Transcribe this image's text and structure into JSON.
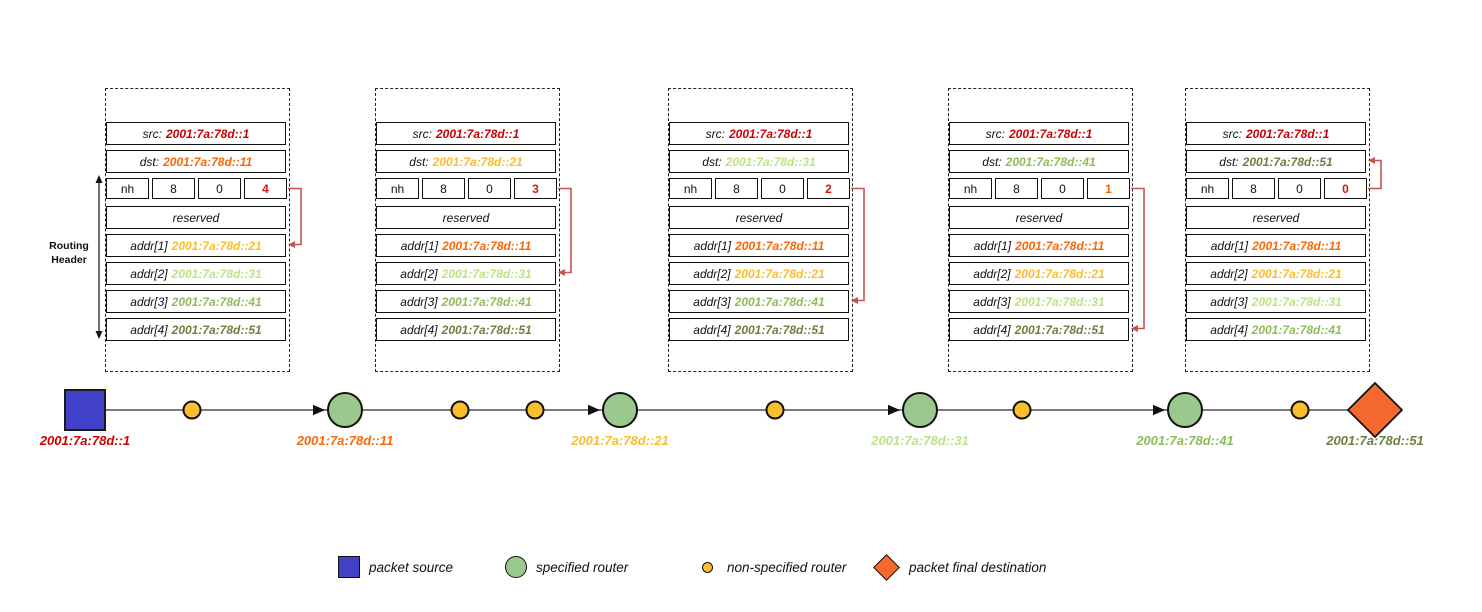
{
  "routing_header": {
    "line1": "Routing",
    "line2": "Header"
  },
  "palette": {
    "addr_1": "#cc0000",
    "addr_11": "#f96708",
    "addr_21": "#fbbd2b",
    "addr_31": "#bce386",
    "addr_41": "#8cbd58",
    "addr_51": "#6e7f3e",
    "pointer_arrow": "#c4554e",
    "path_line": "#7b7b7b",
    "source_fill": "#4040c8",
    "router_fill": "#9bc88c",
    "unspecified_fill": "#fcbe2d",
    "destination_fill": "#f4692e"
  },
  "packets": [
    {
      "src_label": "src:",
      "src_value": "2001:7a:78d::1",
      "src_color": "#cc0000",
      "dst_label": "dst:",
      "dst_value": "2001:7a:78d::11",
      "dst_color": "#f96708",
      "nh_cells": [
        "nh",
        "8",
        "0"
      ],
      "segments_left": "4",
      "segments_color": "#cc1a1a",
      "reserved_label": "reserved",
      "addrs": [
        {
          "label": "addr[1]",
          "value": "2001:7a:78d::21",
          "color": "#fbbd2b"
        },
        {
          "label": "addr[2]",
          "value": "2001:7a:78d::31",
          "color": "#bce386"
        },
        {
          "label": "addr[3]",
          "value": "2001:7a:78d::41",
          "color": "#8cbd58"
        },
        {
          "label": "addr[4]",
          "value": "2001:7a:78d::51",
          "color": "#6e7f3e"
        }
      ],
      "pointer_target": "addr1"
    },
    {
      "src_label": "src:",
      "src_value": "2001:7a:78d::1",
      "src_color": "#cc0000",
      "dst_label": "dst:",
      "dst_value": "2001:7a:78d::21",
      "dst_color": "#fbbd2b",
      "nh_cells": [
        "nh",
        "8",
        "0"
      ],
      "segments_left": "3",
      "segments_color": "#cc1a1a",
      "reserved_label": "reserved",
      "addrs": [
        {
          "label": "addr[1]",
          "value": "2001:7a:78d::11",
          "color": "#f96708"
        },
        {
          "label": "addr[2]",
          "value": "2001:7a:78d::31",
          "color": "#bce386"
        },
        {
          "label": "addr[3]",
          "value": "2001:7a:78d::41",
          "color": "#8cbd58"
        },
        {
          "label": "addr[4]",
          "value": "2001:7a:78d::51",
          "color": "#6e7f3e"
        }
      ],
      "pointer_target": "addr2"
    },
    {
      "src_label": "src:",
      "src_value": "2001:7a:78d::1",
      "src_color": "#cc0000",
      "dst_label": "dst:",
      "dst_value": "2001:7a:78d::31",
      "dst_color": "#bce386",
      "nh_cells": [
        "nh",
        "8",
        "0"
      ],
      "segments_left": "2",
      "segments_color": "#cc1a1a",
      "reserved_label": "reserved",
      "addrs": [
        {
          "label": "addr[1]",
          "value": "2001:7a:78d::11",
          "color": "#f96708"
        },
        {
          "label": "addr[2]",
          "value": "2001:7a:78d::21",
          "color": "#fbbd2b"
        },
        {
          "label": "addr[3]",
          "value": "2001:7a:78d::41",
          "color": "#8cbd58"
        },
        {
          "label": "addr[4]",
          "value": "2001:7a:78d::51",
          "color": "#6e7f3e"
        }
      ],
      "pointer_target": "addr3"
    },
    {
      "src_label": "src:",
      "src_value": "2001:7a:78d::1",
      "src_color": "#cc0000",
      "dst_label": "dst:",
      "dst_value": "2001:7a:78d::41",
      "dst_color": "#8cbd58",
      "nh_cells": [
        "nh",
        "8",
        "0"
      ],
      "segments_left": "1",
      "segments_color": "#e8680f",
      "reserved_label": "reserved",
      "addrs": [
        {
          "label": "addr[1]",
          "value": "2001:7a:78d::11",
          "color": "#f96708"
        },
        {
          "label": "addr[2]",
          "value": "2001:7a:78d::21",
          "color": "#fbbd2b"
        },
        {
          "label": "addr[3]",
          "value": "2001:7a:78d::31",
          "color": "#bce386"
        },
        {
          "label": "addr[4]",
          "value": "2001:7a:78d::51",
          "color": "#6e7f3e"
        }
      ],
      "pointer_target": "addr4"
    },
    {
      "src_label": "src:",
      "src_value": "2001:7a:78d::1",
      "src_color": "#cc0000",
      "dst_label": "dst:",
      "dst_value": "2001:7a:78d::51",
      "dst_color": "#6e7f3e",
      "nh_cells": [
        "nh",
        "8",
        "0"
      ],
      "segments_left": "0",
      "segments_color": "#cc1a1a",
      "reserved_label": "reserved",
      "addrs": [
        {
          "label": "addr[1]",
          "value": "2001:7a:78d::11",
          "color": "#f96708"
        },
        {
          "label": "addr[2]",
          "value": "2001:7a:78d::21",
          "color": "#fbbd2b"
        },
        {
          "label": "addr[3]",
          "value": "2001:7a:78d::31",
          "color": "#bce386"
        },
        {
          "label": "addr[4]",
          "value": "2001:7a:78d::41",
          "color": "#8cbd58"
        }
      ],
      "pointer_target": "dst"
    }
  ],
  "path": {
    "nodes": [
      {
        "type": "source",
        "label": "2001:7a:78d::1",
        "label_color": "#cc0000"
      },
      {
        "type": "unspecified"
      },
      {
        "type": "router",
        "label": "2001:7a:78d::11",
        "label_color": "#f96708"
      },
      {
        "type": "unspecified"
      },
      {
        "type": "unspecified"
      },
      {
        "type": "router",
        "label": "2001:7a:78d::21",
        "label_color": "#fbbd2b"
      },
      {
        "type": "unspecified"
      },
      {
        "type": "router",
        "label": "2001:7a:78d::31",
        "label_color": "#bce386"
      },
      {
        "type": "unspecified"
      },
      {
        "type": "router",
        "label": "2001:7a:78d::41",
        "label_color": "#8cbd58"
      },
      {
        "type": "unspecified"
      },
      {
        "type": "destination",
        "label": "2001:7a:78d::51",
        "label_color": "#6e7f3e"
      }
    ]
  },
  "legend": {
    "items": [
      {
        "shape": "square",
        "label": "packet source"
      },
      {
        "shape": "circle",
        "label": "specified router"
      },
      {
        "shape": "dot",
        "label": "non-specified router"
      },
      {
        "shape": "diamond",
        "label": "packet final destination"
      }
    ]
  }
}
